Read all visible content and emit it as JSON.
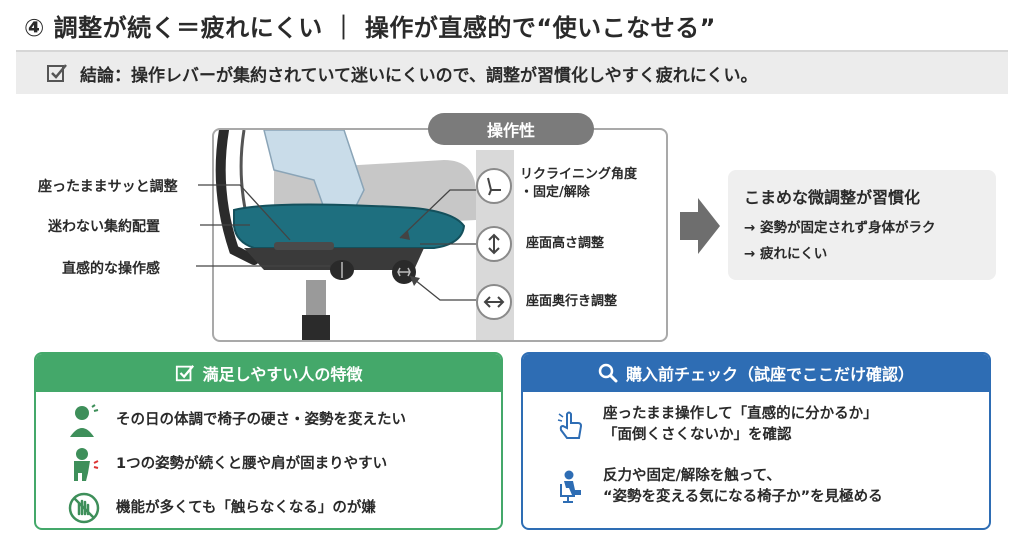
{
  "title": "④ 調整が続く＝疲れにくい ｜ 操作が直感的で“使いこなせる”",
  "summary": {
    "icon": "checkbox-icon",
    "text": "結論：操作レバーが集約されていて迷いにくいので、調整が習慣化しやすく疲れにくい。"
  },
  "diagram": {
    "pill": "操作性",
    "left_labels": [
      "座ったままサッと調整",
      "迷わない集約配置",
      "直感的な操作感"
    ],
    "right_labels": {
      "recline_line1": "リクライニング角度",
      "recline_line2": "・固定/解除",
      "height": "座面高さ調整",
      "depth": "座面奥行き調整"
    },
    "icons": [
      "recline-icon",
      "height-arrows-icon",
      "depth-arrows-icon"
    ]
  },
  "result": {
    "head": "こまめな微調整が習慣化",
    "items": [
      "→ 姿勢が固定されず身体がラク",
      "→ 疲れにくい"
    ]
  },
  "panel_left": {
    "header": "満足しやすい人の特徴",
    "header_icon": "checkbox-icon",
    "color": "#44a86a",
    "items": [
      {
        "icon": "thinking-person-icon",
        "text": "その日の体調で椅子の硬さ・姿勢を変えたい"
      },
      {
        "icon": "back-pain-person-icon",
        "text": "1つの姿勢が続くと腰や肩が固まりやすい"
      },
      {
        "icon": "no-touch-hand-icon",
        "text": "機能が多くても「触らなくなる」のが嫌"
      }
    ]
  },
  "panel_right": {
    "header": "購入前チェック（試座でここだけ確認）",
    "header_icon": "magnifier-icon",
    "color": "#2e6db4",
    "items": [
      {
        "icon": "pointing-hand-icon",
        "line1": "座ったまま操作して「直感的に分かるか」",
        "line2": "「面倒くさくないか」を確認"
      },
      {
        "icon": "seated-person-icon",
        "line1": "反力や固定/解除を触って、",
        "line2": "“姿勢を変える気になる椅子か”を見極める"
      }
    ]
  }
}
